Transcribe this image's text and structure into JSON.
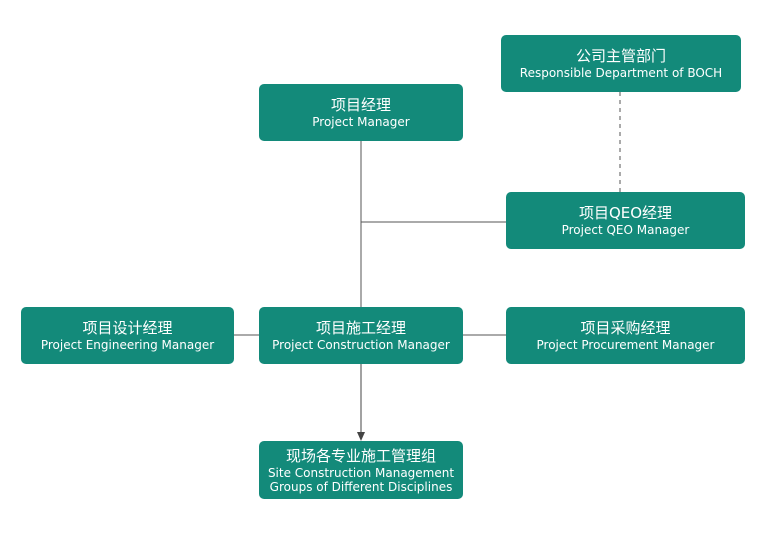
{
  "diagram": {
    "accent_color": "#138a7a",
    "line_color": "#555555",
    "nodes": {
      "boch": {
        "zh": "公司主管部门",
        "en": "Responsible Department of BOCH"
      },
      "pm": {
        "zh": "项目经理",
        "en": "Project Manager"
      },
      "qeo": {
        "zh": "项目QEO经理",
        "en": "Project QEO Manager"
      },
      "eng": {
        "zh": "项目设计经理",
        "en": "Project Engineering Manager"
      },
      "construction": {
        "zh": "项目施工经理",
        "en": "Project Construction Manager"
      },
      "procurement": {
        "zh": "项目采购经理",
        "en": "Project Procurement Manager"
      },
      "site_groups": {
        "zh": "现场各专业施工管理组",
        "en_line1": "Site Construction Management",
        "en_line2": "Groups of Different Disciplines"
      }
    }
  }
}
